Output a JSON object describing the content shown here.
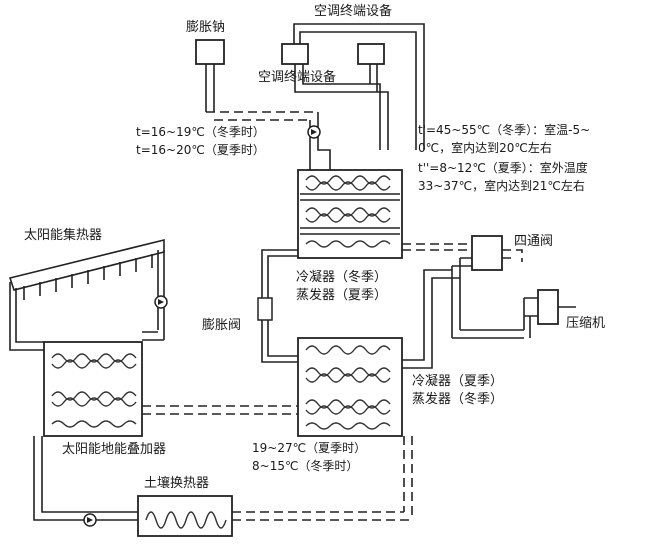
{
  "labels": {
    "expansion_tank": "膨胀钠",
    "ac_terminal_top": "空调终端设备",
    "ac_terminal_mid": "空调终端设备",
    "temp_winter_in": "t=16~19℃（冬季时）",
    "temp_summer_in": "t=16~20℃（夏季时）",
    "note_winter_1": "t'=45~55℃（冬季）：室温-5~",
    "note_winter_2": "0℃，室内达到20℃左右",
    "note_summer_1": "t''=8~12℃（夏季）：室外温度",
    "note_summer_2": "33~37℃，室内达到21℃左右",
    "solar_collector": "太阳能集热器",
    "four_way_valve": "四通阀",
    "hx_upper_1": "冷凝器（冬季）",
    "hx_upper_2": "蒸发器（夏季）",
    "expansion_valve": "膨胀阀",
    "compressor": "压缩机",
    "hx_lower_1": "冷凝器（夏季）",
    "hx_lower_2": "蒸发器（冬季）",
    "solar_geo_heater": "太阳能地能叠加器",
    "temp_summer_out": "19~27℃（夏季时）",
    "temp_winter_out": "8~15℃（冬季时）",
    "soil_hx": "土壤换热器"
  }
}
